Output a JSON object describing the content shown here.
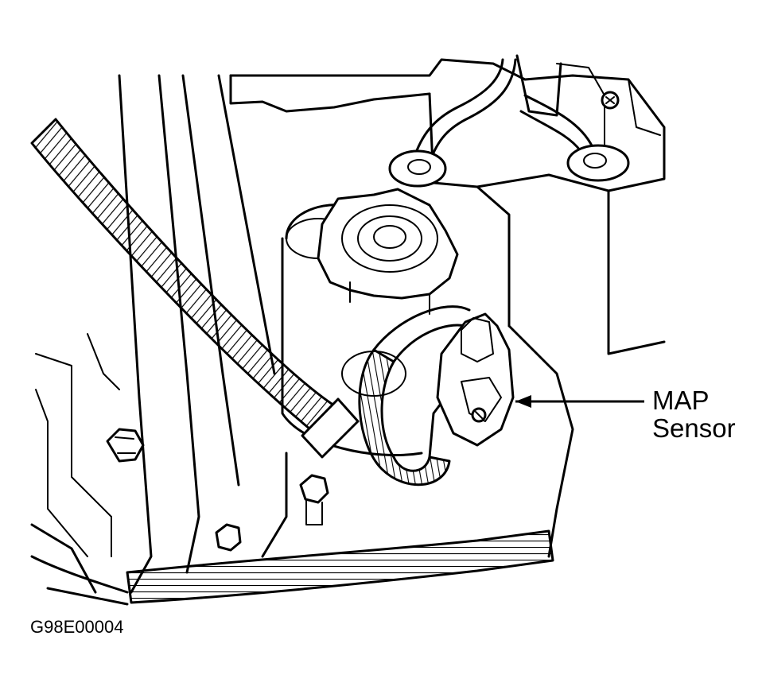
{
  "callout": {
    "line1": "MAP",
    "line2": "Sensor"
  },
  "figure_id": "G98E00004"
}
